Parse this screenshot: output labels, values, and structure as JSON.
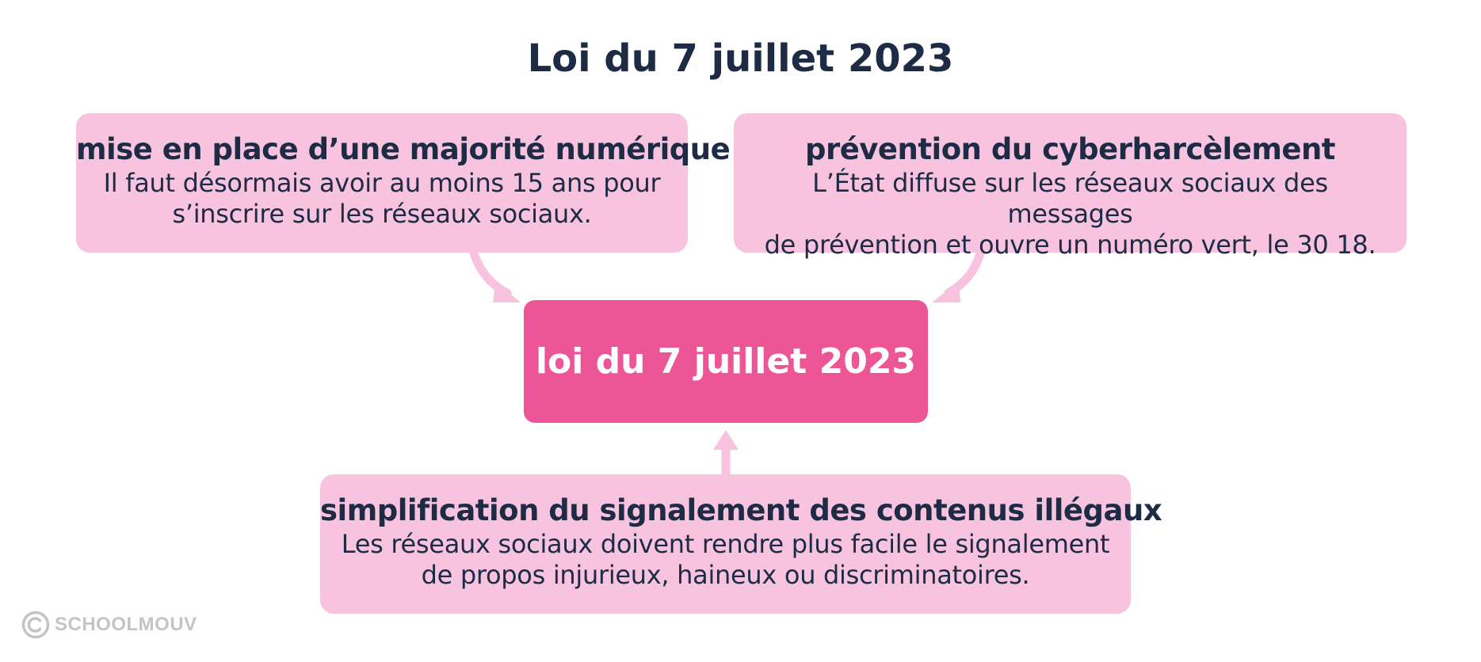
{
  "title": "Loi du 7 juillet 2023",
  "center": {
    "label": "loi du 7 juillet 2023"
  },
  "boxes": {
    "top_left": {
      "heading": "mise en place d’une majorité numérique",
      "lines": [
        "Il faut désormais avoir au moins 15 ans pour",
        "s’inscrire sur les réseaux sociaux."
      ]
    },
    "top_right": {
      "heading": "prévention du cyberharcèlement",
      "lines": [
        "L’État diffuse sur les réseaux sociaux des messages",
        "de prévention et ouvre un numéro vert, le 30 18."
      ]
    },
    "bottom": {
      "heading": "simplification du signalement des contenus illégaux",
      "lines": [
        "Les réseaux sociaux doivent rendre plus facile le signalement",
        "de propos injurieux, haineux ou discriminatoires."
      ]
    }
  },
  "watermark": {
    "text": "SCHOOLMOUV",
    "icon": "copyright-icon"
  },
  "colors": {
    "title": "#1d2b45",
    "pale_box": "#f7c3df",
    "center_box": "#ec5696",
    "arrow": "#f7c3df",
    "watermark": "#c4c4c4"
  }
}
